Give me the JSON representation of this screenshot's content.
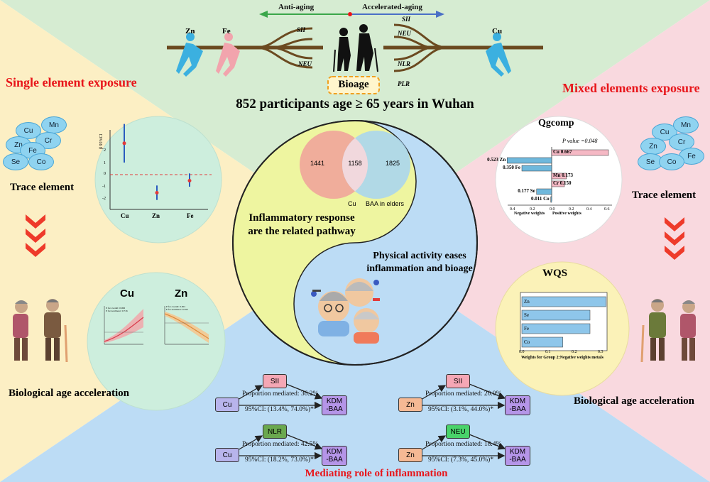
{
  "header": {
    "anti_aging": "Anti-aging",
    "accelerated_aging": "Accelerated-aging",
    "bioage": "Bioage",
    "participants": "852 participants age ≥ 65 years in Wuhan",
    "left_elements": [
      "Zn",
      "Fe"
    ],
    "left_markers": [
      "SII",
      "NEU"
    ],
    "right_markers": [
      "SII",
      "NEU",
      "NLR",
      "PLR"
    ],
    "right_element": "Cu"
  },
  "left": {
    "title": "Single  element exposure",
    "bubbles": [
      "Cu",
      "Mn",
      "Zn",
      "Cr",
      "Fe",
      "Se",
      "Co"
    ],
    "trace_label": "Trace element",
    "bio_label": "Biological age acceleration",
    "forest": {
      "ylabel": "β 95%CI",
      "yticks": [
        "2",
        "1",
        "0",
        "-1",
        "-2"
      ],
      "categories": [
        "Cu",
        "Zn",
        "Fe"
      ],
      "estimates": [
        2.6,
        -1.5,
        -0.5
      ],
      "ci": [
        [
          1.0,
          4.2
        ],
        [
          -2.1,
          -0.9
        ],
        [
          -1.0,
          0.1
        ]
      ]
    },
    "spline": {
      "titles": [
        "Cu",
        "Zn"
      ],
      "legend_cu": [
        "P for overall: 0.006",
        "P for nonlinear: 0.716"
      ],
      "legend_zn": [
        "P for overall: 0.001",
        "P for nonlinear: 0.593"
      ]
    }
  },
  "center": {
    "venn": {
      "left": "1441",
      "overlap": "1158",
      "right": "1825",
      "label_left": "Cu",
      "label_right": "BAA in elders"
    },
    "inflammation": "Inflammatory response\nare the related pathway",
    "physical": "Physical activity eases\ninflammation and bioage"
  },
  "right": {
    "title": "Mixed  elements exposure",
    "bubbles": [
      "Cu",
      "Mn",
      "Zn",
      "Cr",
      "Fe",
      "Se",
      "Co"
    ],
    "trace_label": "Trace element",
    "bio_label": "Biological age acceleration",
    "qgcomp": {
      "title": "Qgcomp",
      "p_value": "P value =0.048",
      "positive": [
        {
          "name": "Cu",
          "value": "0.667",
          "w": 0.667
        },
        {
          "name": "Mn",
          "value": "0.173",
          "w": 0.173
        },
        {
          "name": "Cr",
          "value": "0.150",
          "w": 0.15
        }
      ],
      "negative": [
        {
          "name": "Zn",
          "value": "0.523",
          "w": 0.523
        },
        {
          "name": "Fe",
          "value": "0.350",
          "w": 0.35
        },
        {
          "name": "Se",
          "value": "0.177",
          "w": 0.177
        },
        {
          "name": "Co",
          "value": "0.011",
          "w": 0.011
        }
      ],
      "xticks": [
        "0.4",
        "0.2",
        "0.0",
        "0.2",
        "0.4",
        "0.6"
      ],
      "xlabel_neg": "Negative weights",
      "xlabel_pos": "Positive weights"
    },
    "wqs": {
      "title": "WQS",
      "bars": [
        {
          "name": "Zn",
          "w": 0.37
        },
        {
          "name": "Se",
          "w": 0.3
        },
        {
          "name": "Fe",
          "w": 0.3
        },
        {
          "name": "Co",
          "w": 0.18
        }
      ],
      "xticks": [
        "0.0",
        "0.1",
        "0.2",
        "0.3"
      ],
      "xlabel": "Weights for Group 2:Negative weights metals"
    }
  },
  "mediation": {
    "title": "Mediating role of inflammation",
    "panels": [
      {
        "exposure": "Cu",
        "mediator": "SII",
        "outcome": "KDM\n-BAA",
        "proportion": "Proportion mediated: 36.2%",
        "ci": "95%CI: (13.4%, 74.0%)*"
      },
      {
        "exposure": "Zn",
        "mediator": "SII",
        "outcome": "KDM\n-BAA",
        "proportion": "Proportion mediated: 20.0%",
        "ci": "95%CI: (3.1%, 44.0%)*"
      },
      {
        "exposure": "Cu",
        "mediator": "NLR",
        "outcome": "KDM\n-BAA",
        "proportion": "Proportion mediated: 42.5%",
        "ci": "95%CI: (18.2%, 73.0%)*"
      },
      {
        "exposure": "Zn",
        "mediator": "NEU",
        "outcome": "KDM\n-BAA",
        "proportion": "Proportion mediated: 18.4%",
        "ci": "95%CI: (7.3%, 45.0%)*"
      }
    ]
  },
  "colors": {
    "bg_top": "#d6ecd2",
    "bg_left": "#fcefc4",
    "bg_right": "#f9d9df",
    "bg_bottom": "#bcdcf5",
    "yin": "#eef5a0",
    "yang": "#bcdcf5",
    "title_red": "#e8161b"
  }
}
